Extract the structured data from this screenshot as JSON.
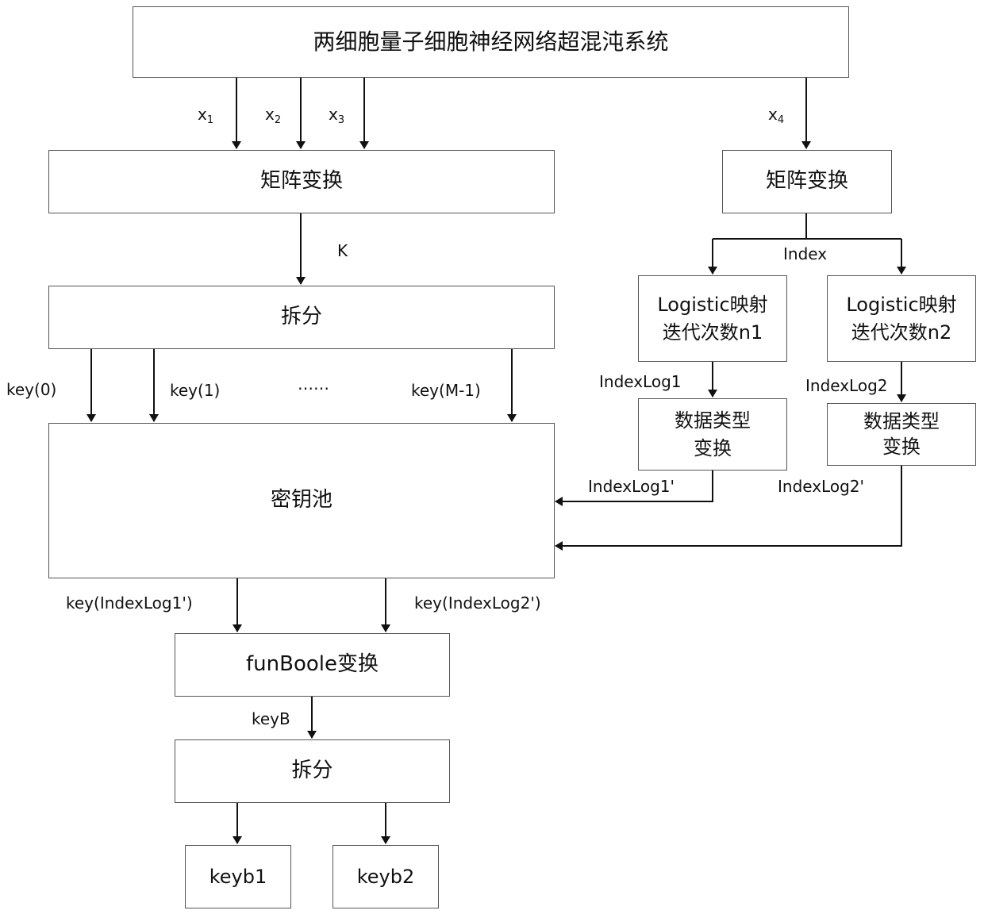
{
  "nodes": {
    "system": "两细胞量子细胞神经网络超混沌系统",
    "matrix_left": "矩阵变换",
    "matrix_right": "矩阵变换",
    "split_top": "拆分",
    "logistic1_line1": "Logistic映射",
    "logistic1_line2": "迭代次数n1",
    "logistic2_line1": "Logistic映射",
    "logistic2_line2": "迭代次数n2",
    "convert1_line1": "数据类型",
    "convert1_line2": "变换",
    "convert2_line1": "数据类型",
    "convert2_line2": "变换",
    "key_pool": "密钥池",
    "funboole": "funBoole变换",
    "split_bottom": "拆分",
    "keyb1": "keyb1",
    "keyb2": "keyb2"
  },
  "edge_labels": {
    "x1_base": "x",
    "x1_sub": "1",
    "x2_base": "x",
    "x2_sub": "2",
    "x3_base": "x",
    "x3_sub": "3",
    "x4_base": "x",
    "x4_sub": "4",
    "k": "K",
    "index": "Index",
    "key0": "key(0)",
    "key1": "key(1)",
    "ellipsis": "……",
    "keym1": "key(M-1)",
    "indexlog1": "IndexLog1",
    "indexlog2": "IndexLog2",
    "indexlog1p": "IndexLog1'",
    "indexlog2p": "IndexLog2'",
    "key_indexlog1p": "key(IndexLog1')",
    "key_indexlog2p": "key(IndexLog2')",
    "keyb": "keyB"
  },
  "colors": {
    "line": "#111111",
    "border": "#555555"
  }
}
